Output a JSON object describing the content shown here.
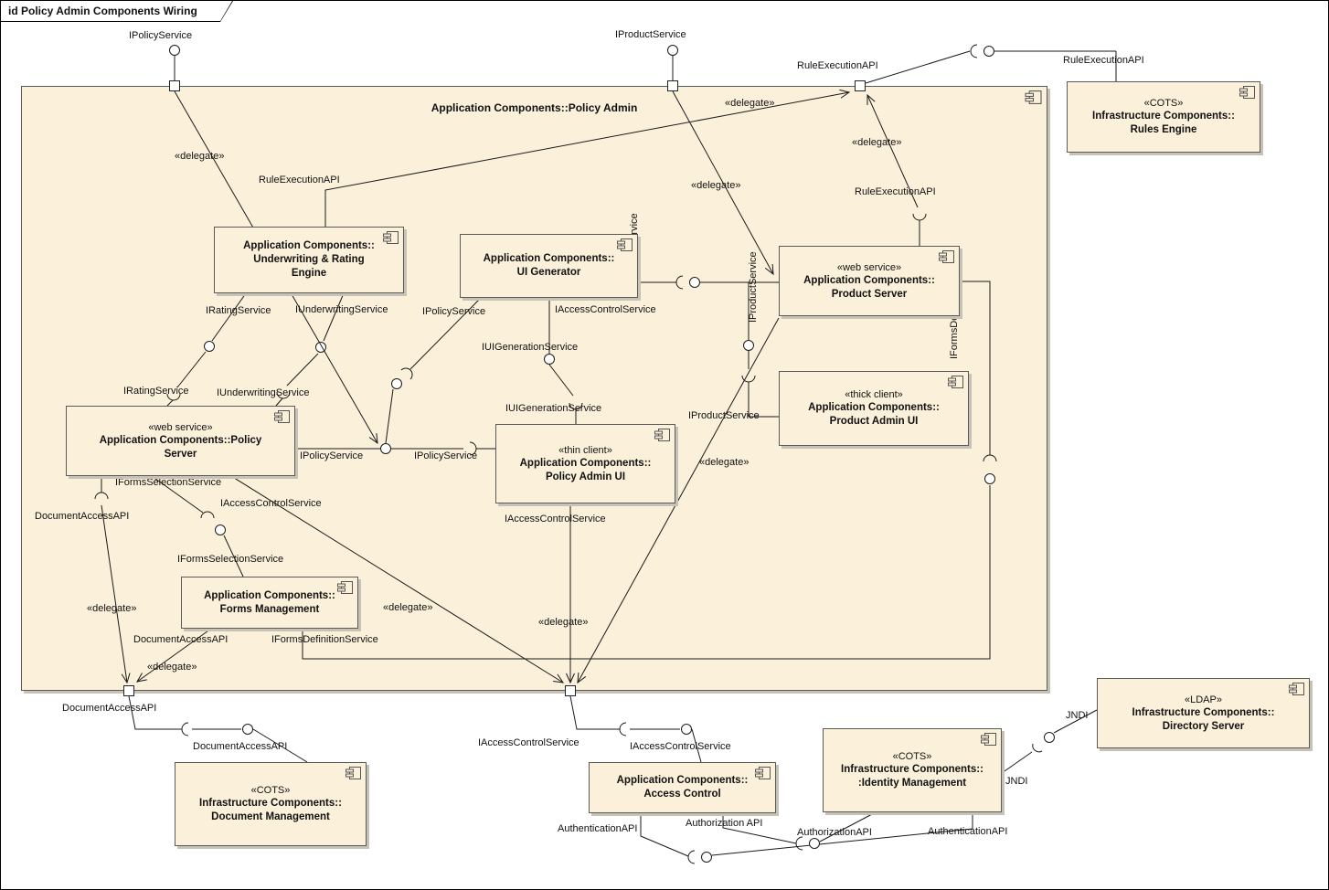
{
  "title": "id Policy Admin Components Wiring",
  "colors": {
    "background": "#FFFFFF",
    "frame_fill": "#FBF0D9",
    "component_fill": "#FBF0D9",
    "border": "#5A5A5A",
    "line": "#1A1A1A",
    "shadow": "#C6C2B6",
    "text": "#111111"
  },
  "frame": {
    "label": "Application Components::Policy Admin"
  },
  "components": [
    {
      "id": "rules-engine",
      "stereotype": "«COTS»",
      "name": "Infrastructure Components::\nRules Engine"
    },
    {
      "id": "underwriting-rating-engine",
      "stereotype": "",
      "name": "Application Components::\nUnderwriting & Rating\nEngine"
    },
    {
      "id": "ui-generator",
      "stereotype": "",
      "name": "Application Components::\nUI Generator"
    },
    {
      "id": "product-server",
      "stereotype": "«web service»",
      "name": "Application Components::\nProduct Server"
    },
    {
      "id": "policy-server",
      "stereotype": "«web service»",
      "name": "Application Components::Policy\nServer"
    },
    {
      "id": "policy-admin-ui",
      "stereotype": "«thin client»",
      "name": "Application Components::\nPolicy Admin UI"
    },
    {
      "id": "product-admin-ui",
      "stereotype": "«thick client»",
      "name": "Application Components::\nProduct Admin UI"
    },
    {
      "id": "forms-management",
      "stereotype": "",
      "name": "Application Components::\nForms Management"
    },
    {
      "id": "document-management",
      "stereotype": "«COTS»",
      "name": "Infrastructure Components::\nDocument Management"
    },
    {
      "id": "access-control",
      "stereotype": "",
      "name": "Application Components::\nAccess Control"
    },
    {
      "id": "identity-management",
      "stereotype": "«COTS»",
      "name": "Infrastructure Components::\n:Identity Management"
    },
    {
      "id": "directory-server",
      "stereotype": "«LDAP»",
      "name": "Infrastructure Components::\nDirectory Server"
    }
  ],
  "interfaces": {
    "policy_service": "IPolicyService",
    "product_service": "IProductService",
    "rule_execution_api": "RuleExecutionAPI",
    "rating_service": "IRatingService",
    "underwriting_service": "IUnderwritingService",
    "access_control_service": "IAccessControlService",
    "ui_generation_service": "IUIGenerationService",
    "forms_selection_service": "IFormsSelectionService",
    "forms_definition_service": "IFormsDefinitionService",
    "document_access_api": "DocumentAccessAPI",
    "authentication_api": "AuthenticationAPI",
    "authorization_api_spaced": "Authorization API",
    "authorization_api": "AuthorizationAPI",
    "jndi": "JNDI",
    "delegate": "«delegate»"
  }
}
